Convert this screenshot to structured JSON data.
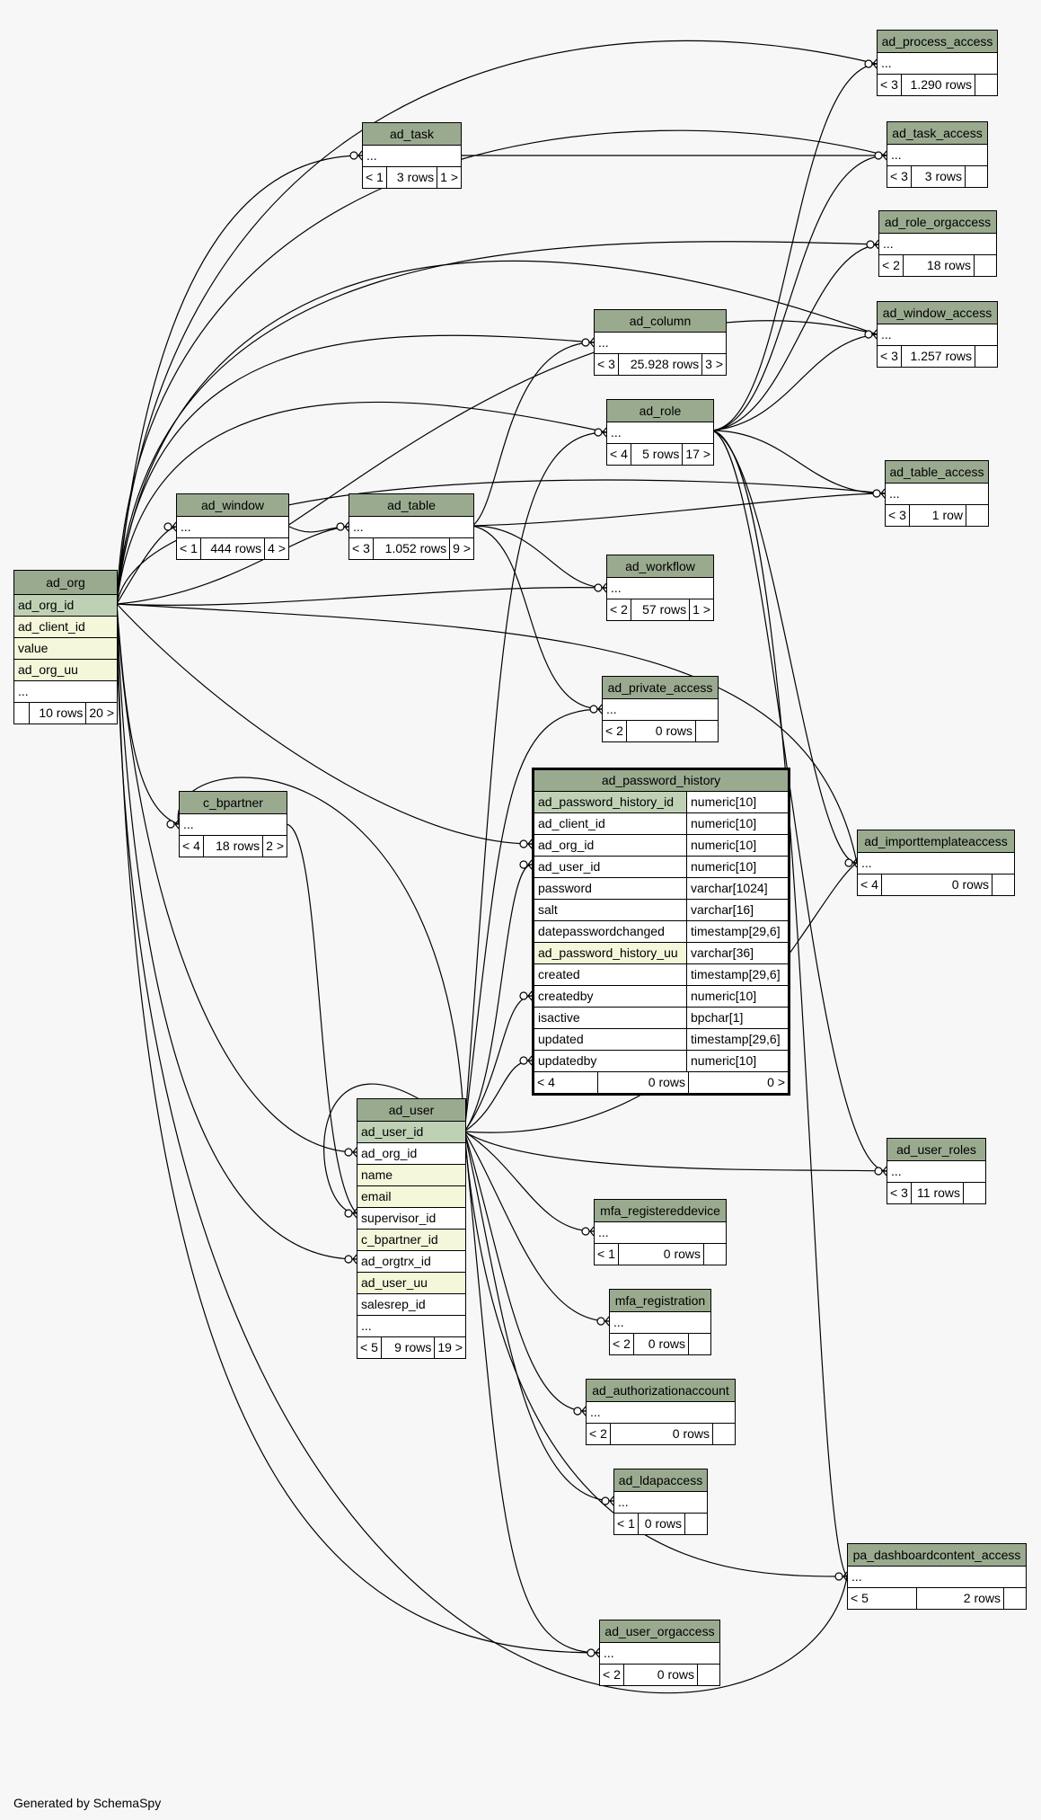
{
  "generated_by": "Generated by SchemaSpy",
  "tables": {
    "ad_org": {
      "name": "ad_org",
      "columns": [
        "ad_org_id",
        "ad_client_id",
        "value",
        "ad_org_uu",
        "..."
      ],
      "foot": {
        "lt": "",
        "rows": "10 rows",
        "gt": "20 >"
      }
    },
    "ad_process_access": {
      "name": "ad_process_access",
      "ellipsis": "...",
      "foot": {
        "lt": "< 3",
        "rows": "1.290 rows",
        "gt": ""
      }
    },
    "ad_task": {
      "name": "ad_task",
      "ellipsis": "...",
      "foot": {
        "lt": "< 1",
        "rows": "3 rows",
        "gt": "1 >"
      }
    },
    "ad_task_access": {
      "name": "ad_task_access",
      "ellipsis": "...",
      "foot": {
        "lt": "< 3",
        "rows": "3 rows",
        "gt": ""
      }
    },
    "ad_role_orgaccess": {
      "name": "ad_role_orgaccess",
      "ellipsis": "...",
      "foot": {
        "lt": "< 2",
        "rows": "18 rows",
        "gt": ""
      }
    },
    "ad_window_access": {
      "name": "ad_window_access",
      "ellipsis": "...",
      "foot": {
        "lt": "< 3",
        "rows": "1.257 rows",
        "gt": ""
      }
    },
    "ad_column": {
      "name": "ad_column",
      "ellipsis": "...",
      "foot": {
        "lt": "< 3",
        "rows": "25.928 rows",
        "gt": "3 >"
      }
    },
    "ad_role": {
      "name": "ad_role",
      "ellipsis": "...",
      "foot": {
        "lt": "< 4",
        "rows": "5 rows",
        "gt": "17 >"
      }
    },
    "ad_table_access": {
      "name": "ad_table_access",
      "ellipsis": "...",
      "foot": {
        "lt": "< 3",
        "rows": "1 row",
        "gt": ""
      }
    },
    "ad_window": {
      "name": "ad_window",
      "ellipsis": "...",
      "foot": {
        "lt": "< 1",
        "rows": "444 rows",
        "gt": "4 >"
      }
    },
    "ad_table": {
      "name": "ad_table",
      "ellipsis": "...",
      "foot": {
        "lt": "< 3",
        "rows": "1.052 rows",
        "gt": "9 >"
      }
    },
    "ad_workflow": {
      "name": "ad_workflow",
      "ellipsis": "...",
      "foot": {
        "lt": "< 2",
        "rows": "57 rows",
        "gt": "1 >"
      }
    },
    "ad_private_access": {
      "name": "ad_private_access",
      "ellipsis": "...",
      "foot": {
        "lt": "< 2",
        "rows": "0 rows",
        "gt": ""
      }
    },
    "c_bpartner": {
      "name": "c_bpartner",
      "ellipsis": "...",
      "foot": {
        "lt": "< 4",
        "rows": "18 rows",
        "gt": "2 >"
      }
    },
    "ad_password_history": {
      "name": "ad_password_history",
      "columns": [
        {
          "name": "ad_password_history_id",
          "type": "numeric[10]"
        },
        {
          "name": "ad_client_id",
          "type": "numeric[10]"
        },
        {
          "name": "ad_org_id",
          "type": "numeric[10]"
        },
        {
          "name": "ad_user_id",
          "type": "numeric[10]"
        },
        {
          "name": "password",
          "type": "varchar[1024]"
        },
        {
          "name": "salt",
          "type": "varchar[16]"
        },
        {
          "name": "datepasswordchanged",
          "type": "timestamp[29,6]"
        },
        {
          "name": "ad_password_history_uu",
          "type": "varchar[36]"
        },
        {
          "name": "created",
          "type": "timestamp[29,6]"
        },
        {
          "name": "createdby",
          "type": "numeric[10]"
        },
        {
          "name": "isactive",
          "type": "bpchar[1]"
        },
        {
          "name": "updated",
          "type": "timestamp[29,6]"
        },
        {
          "name": "updatedby",
          "type": "numeric[10]"
        }
      ],
      "foot": {
        "lt": "< 4",
        "rows": "0 rows",
        "gt": "0 >"
      }
    },
    "ad_importtemplateaccess": {
      "name": "ad_importtemplateaccess",
      "ellipsis": "...",
      "foot": {
        "lt": "< 4",
        "rows": "0 rows",
        "gt": ""
      }
    },
    "ad_user": {
      "name": "ad_user",
      "columns": [
        "ad_user_id",
        "ad_org_id",
        "name",
        "email",
        "supervisor_id",
        "c_bpartner_id",
        "ad_orgtrx_id",
        "ad_user_uu",
        "salesrep_id",
        "..."
      ],
      "foot": {
        "lt": "< 5",
        "rows": "9 rows",
        "gt": "19 >"
      }
    },
    "ad_user_roles": {
      "name": "ad_user_roles",
      "ellipsis": "...",
      "foot": {
        "lt": "< 3",
        "rows": "11 rows",
        "gt": ""
      }
    },
    "mfa_registereddevice": {
      "name": "mfa_registereddevice",
      "ellipsis": "...",
      "foot": {
        "lt": "< 1",
        "rows": "0 rows",
        "gt": ""
      }
    },
    "mfa_registration": {
      "name": "mfa_registration",
      "ellipsis": "...",
      "foot": {
        "lt": "< 2",
        "rows": "0 rows",
        "gt": ""
      }
    },
    "ad_authorizationaccount": {
      "name": "ad_authorizationaccount",
      "ellipsis": "...",
      "foot": {
        "lt": "< 2",
        "rows": "0 rows",
        "gt": ""
      }
    },
    "ad_ldapaccess": {
      "name": "ad_ldapaccess",
      "ellipsis": "...",
      "foot": {
        "lt": "< 1",
        "rows": "0 rows",
        "gt": ""
      }
    },
    "pa_dashboardcontent_access": {
      "name": "pa_dashboardcontent_access",
      "ellipsis": "...",
      "foot": {
        "lt": "< 5",
        "rows": "2 rows",
        "gt": ""
      }
    },
    "ad_user_orgaccess": {
      "name": "ad_user_orgaccess",
      "ellipsis": "...",
      "foot": {
        "lt": "< 2",
        "rows": "0 rows",
        "gt": ""
      }
    }
  },
  "colors": {
    "header": "#9aaa8f",
    "primary_key": "#bfd1b5",
    "unique_key": "#f4f7da",
    "background": "#f7f7f7"
  }
}
